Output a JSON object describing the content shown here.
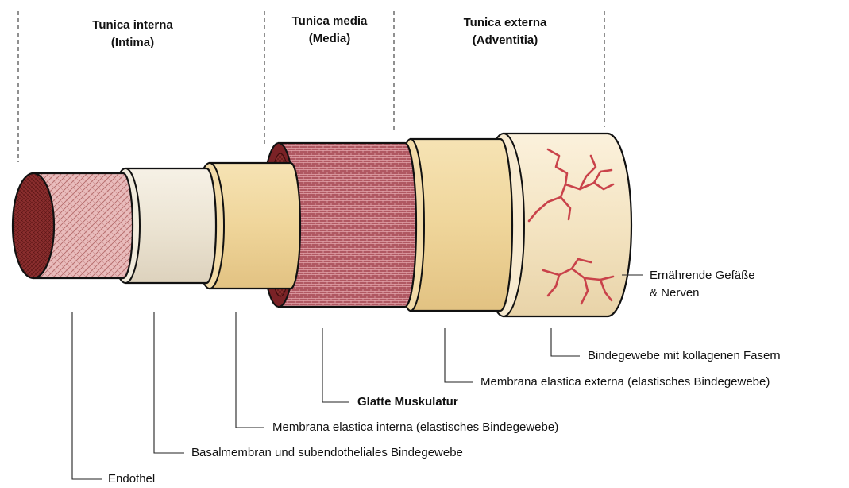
{
  "headers": {
    "intima": {
      "title": "Tunica interna",
      "subtitle": "(Intima)"
    },
    "media": {
      "title": "Tunica media",
      "subtitle": "(Media)"
    },
    "adventitia": {
      "title": "Tunica externa",
      "subtitle": "(Adventitia)"
    }
  },
  "labels": {
    "vessels_nerves_line1": "Ernährende Gefäße",
    "vessels_nerves_line2": "& Nerven",
    "connective_collagen": "Bindegewebe mit kollagenen Fasern",
    "membrana_externa": "Membrana elastica externa (elastisches Bindegewebe)",
    "smooth_muscle": "Glatte Muskulatur",
    "membrana_interna": "Membrana elastica interna (elastisches Bindegewebe)",
    "basal_membrane": "Basalmembran und subendotheliales Bindegewebe",
    "endothel": "Endothel"
  },
  "colors": {
    "endothel_face": "#8a2e2e",
    "endothel_side": "#e6b8b8",
    "basal": "#ede6d8",
    "membrane_elastic": "#f0d9a2",
    "muscle": "#a8505a",
    "muscle_face": "#7a2226",
    "adventitia": "#f6e8c8",
    "vessel": "#c9424a",
    "outline": "#111111"
  }
}
